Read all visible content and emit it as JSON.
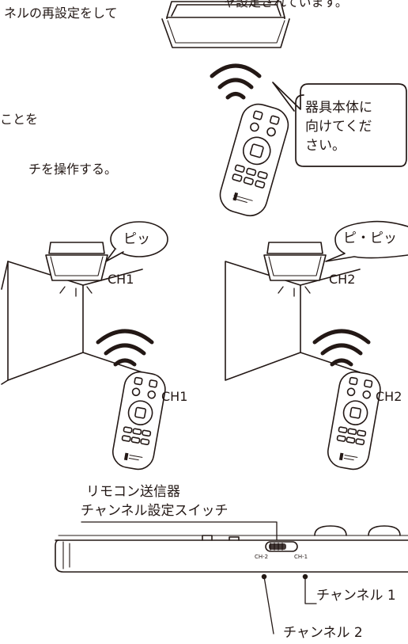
{
  "intro": {
    "line1": "ャ設定されています。",
    "line2": "ネルの再設定をして",
    "line3": "ことを",
    "line4": "チを操作する。"
  },
  "callout": {
    "line1": "器具本体に",
    "line2": "向けてくだ",
    "line3": "さい。"
  },
  "scene_ch1": {
    "sound": "ピッ",
    "label_ceiling": "CH1",
    "label_remote": "CH1"
  },
  "scene_ch2": {
    "sound": "ピ・ピッ",
    "label_ceiling": "CH2",
    "label_remote": "CH2"
  },
  "switch_title": {
    "line1": "リモコン送信器",
    "line2": "チャンネル設定スイッチ"
  },
  "switch_marks": {
    "left": "CH-2",
    "right": "CH-1"
  },
  "switch_labels": {
    "ch1": "チャンネル 1",
    "ch2": "チャンネル 2"
  }
}
